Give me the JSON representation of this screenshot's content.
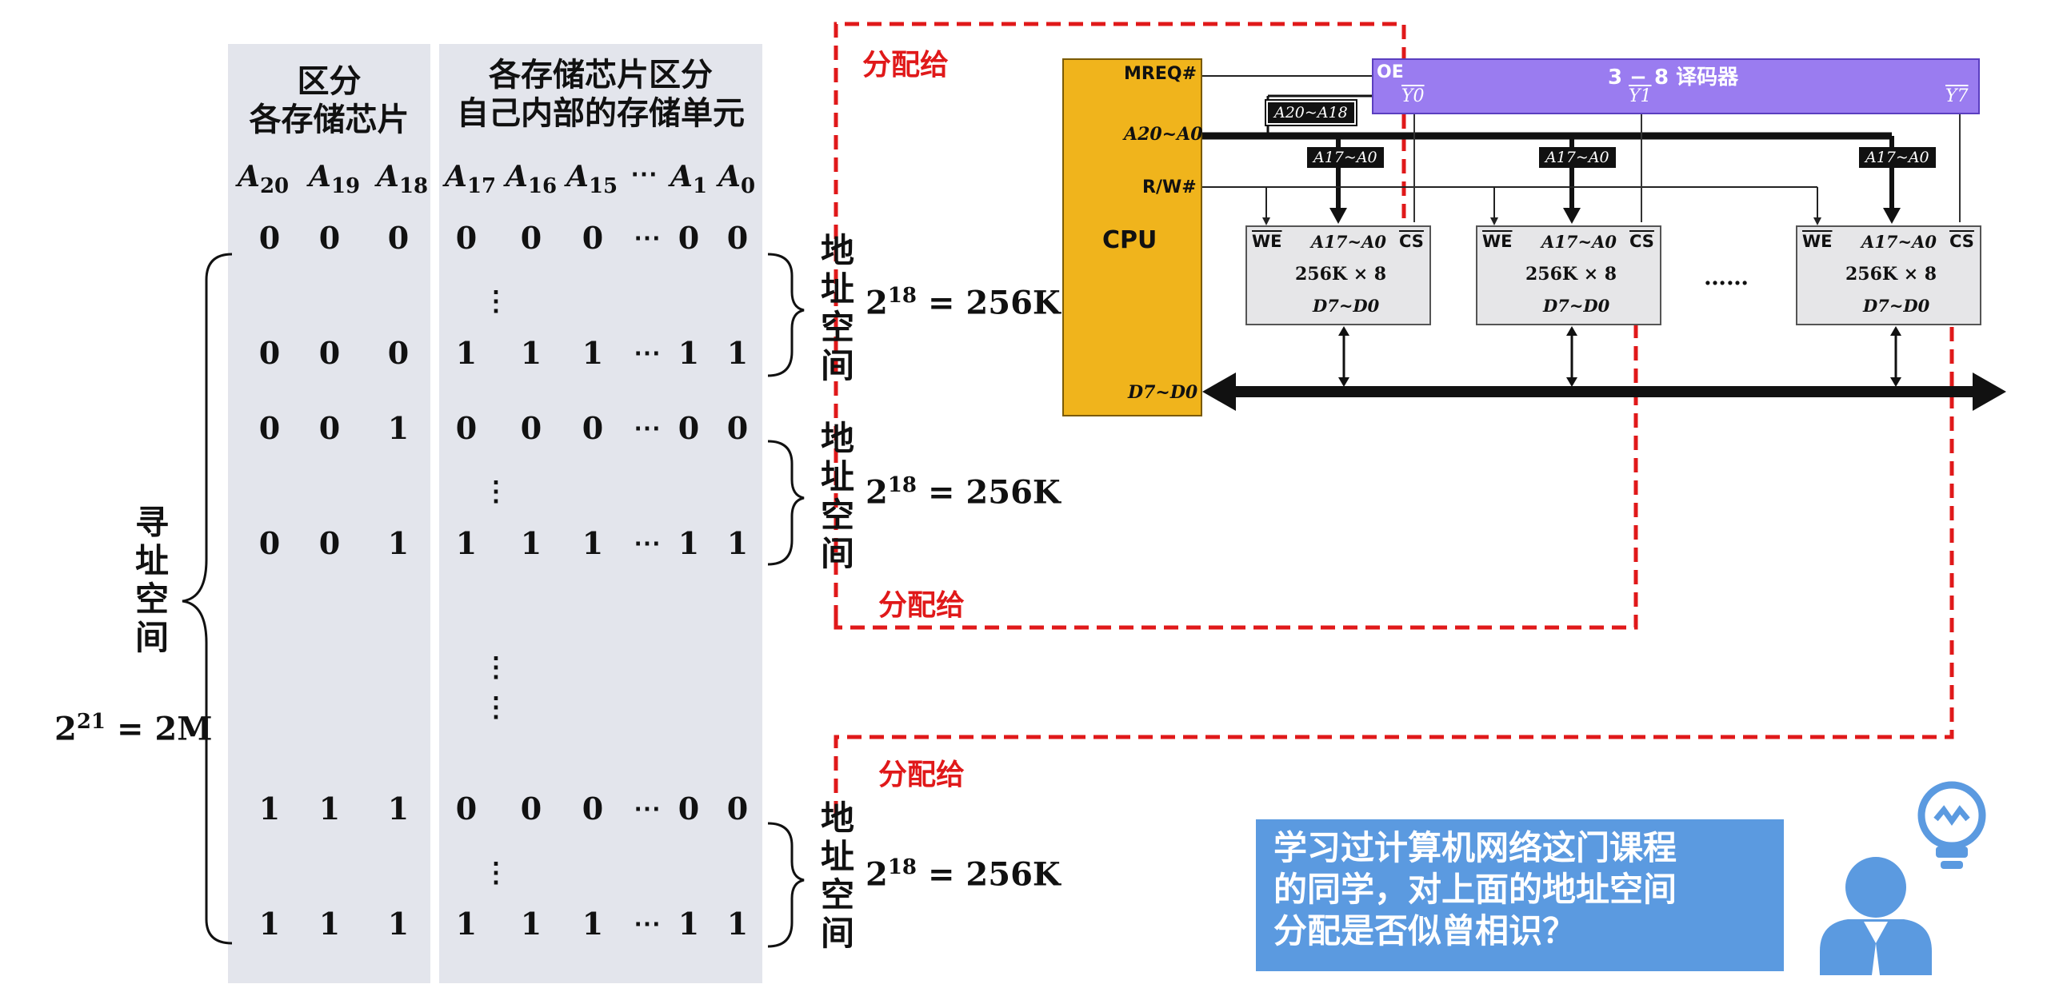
{
  "columns": {
    "left_header": [
      "区分",
      "各存储芯片"
    ],
    "right_header": [
      "各存储芯片区分",
      "自己内部的存储单元"
    ]
  },
  "address_bits": {
    "left": [
      "A20",
      "A19",
      "A18"
    ],
    "right_a": [
      "A17",
      "A16",
      "A15"
    ],
    "right_b": [
      "A1",
      "A0"
    ],
    "ellipsis": "⋯"
  },
  "rows": [
    {
      "left": [
        "0",
        "0",
        "0"
      ],
      "right": [
        "0",
        "0",
        "0"
      ],
      "tail": [
        "0",
        "0"
      ]
    },
    {
      "left": [
        "0",
        "0",
        "0"
      ],
      "right": [
        "1",
        "1",
        "1"
      ],
      "tail": [
        "1",
        "1"
      ]
    },
    {
      "left": [
        "0",
        "0",
        "1"
      ],
      "right": [
        "0",
        "0",
        "0"
      ],
      "tail": [
        "0",
        "0"
      ]
    },
    {
      "left": [
        "0",
        "0",
        "1"
      ],
      "right": [
        "1",
        "1",
        "1"
      ],
      "tail": [
        "1",
        "1"
      ]
    },
    {
      "left": [
        "1",
        "1",
        "1"
      ],
      "right": [
        "0",
        "0",
        "0"
      ],
      "tail": [
        "0",
        "0"
      ]
    },
    {
      "left": [
        "1",
        "1",
        "1"
      ],
      "right": [
        "1",
        "1",
        "1"
      ],
      "tail": [
        "1",
        "1"
      ]
    }
  ],
  "addr_space_label": [
    "地",
    "址",
    "空",
    "间"
  ],
  "addressing_space_label": [
    "寻",
    "址",
    "空",
    "间"
  ],
  "total_formula": {
    "base": "2",
    "exp": "21",
    "rest": " = 2M"
  },
  "group_formula": {
    "base": "2",
    "exp": "18",
    "rest": " = 256K"
  },
  "assign_label": "分配给",
  "circuit": {
    "cpu_label": "CPU",
    "mreq": "MREQ#",
    "addr_bus": "A20~A0",
    "rw": "R/W#",
    "data_bus": "D7~D0",
    "decoder_title": "3 − 8 译码器",
    "decoder_oe": "OE",
    "decoder_in": "A20~A18",
    "y0": "Y0",
    "y1": "Y1",
    "y7": "Y7",
    "chip_addr": "A17~A0",
    "chip_we": "WE",
    "chip_cs": "CS",
    "chip_size": "256K × 8",
    "chip_data": "D7~D0",
    "ellipsis": "……"
  },
  "callout_lines": [
    "学习过计算机网络这门课程",
    "的同学，对上面的地址空间",
    "分配是否似曾相识？"
  ],
  "colors": {
    "red": "#e0191a",
    "cpu": "#f0b41c",
    "decoder": "#9a7cf0",
    "callout": "#5b9ae0",
    "column": "#e3e5ec"
  }
}
